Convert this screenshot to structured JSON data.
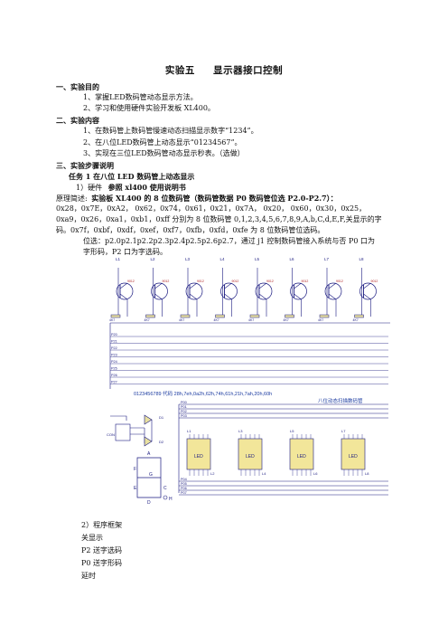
{
  "title": {
    "left": "实验五",
    "right": "显示器接口控制"
  },
  "sections": {
    "s1": "一、实验目的",
    "s1_items": [
      "1、掌握LED数码管动态显示方法。",
      "2、学习和使用硬件实验开发板 XL400。"
    ],
    "s2": "二、实验内容",
    "s2_items": [
      "1、在数码管上数码管慢速动态扫描显示数字“1234”。",
      "2、在八位LED数码管上动态显示“01234567”。",
      "3、实现在三位LED数码管动态显示秒表。（选做）"
    ],
    "s3": "三、实验步骤说明",
    "task": "任务 1    在八位 LED 数码管上动态显示",
    "hw": "1）硬件",
    "hw_ref": "参照 xl400 使用说明书",
    "principle_label": "原理简述:",
    "principle_bold": "实验板 XL400 的 8 位数码管（数码管数据 P0     数码管位选 P2.0-P2.7）：",
    "codes1": "0x28，0x7E，0xA2，  0x62，0x74，0x61，0x21，0x7A，  0x20，  0x60，0x30，0x25，",
    "codes2": "0xa9，0x26，0xa1，0xb1，0xff 分别为 8 位数码管 0,1,2,3,4,5,6,7,8,9,A,b,C,d,E,F,关显示的字",
    "codes3": "码。0x7f，0xbf，0xdf，0xef，0xf7，0xfb，0xfd，0xfe  为 8 位数码管位选码。",
    "wei1": "位选：p2.0p2.1p2.2p2.3p2.4p2.5p2.6p2.7，通过 j1  控制数码管接入系统与否 P0 口为",
    "wei2": "字形码，P2 口为字选码。",
    "fw_title": "2）程序框架",
    "fw_items": [
      "关显示",
      "P2    送字选码",
      "P0    送字形码",
      "延时"
    ]
  },
  "diagram": {
    "transistors": [
      "L1",
      "L2",
      "L3",
      "L4",
      "L5",
      "L6",
      "L7",
      "L8"
    ],
    "tlabels": [
      "9012",
      "9012",
      "9012",
      "9012",
      "9012",
      "9012",
      "9012",
      "9012"
    ],
    "rlabels": [
      "4K7",
      "4K7",
      "4K7",
      "4K7",
      "4K7",
      "4K7",
      "4K7",
      "4K7"
    ],
    "p2": [
      "P20",
      "P21",
      "P22",
      "P23",
      "P24",
      "P25",
      "P26",
      "P27"
    ],
    "p0": [
      "P00",
      "P01",
      "P02",
      "P03",
      "P04",
      "P05",
      "P06",
      "P07"
    ],
    "codes_note": "0123456789 代码        28h,7eh,0a2h,62h,74h,61h,21h,7ah,20h,60h",
    "scan_note": "八位动态扫描数码管",
    "leds": [
      "LED",
      "LED",
      "LED",
      "LED"
    ],
    "seg_labels": [
      "A",
      "F",
      "G",
      "E",
      "C",
      "D",
      "H"
    ]
  }
}
